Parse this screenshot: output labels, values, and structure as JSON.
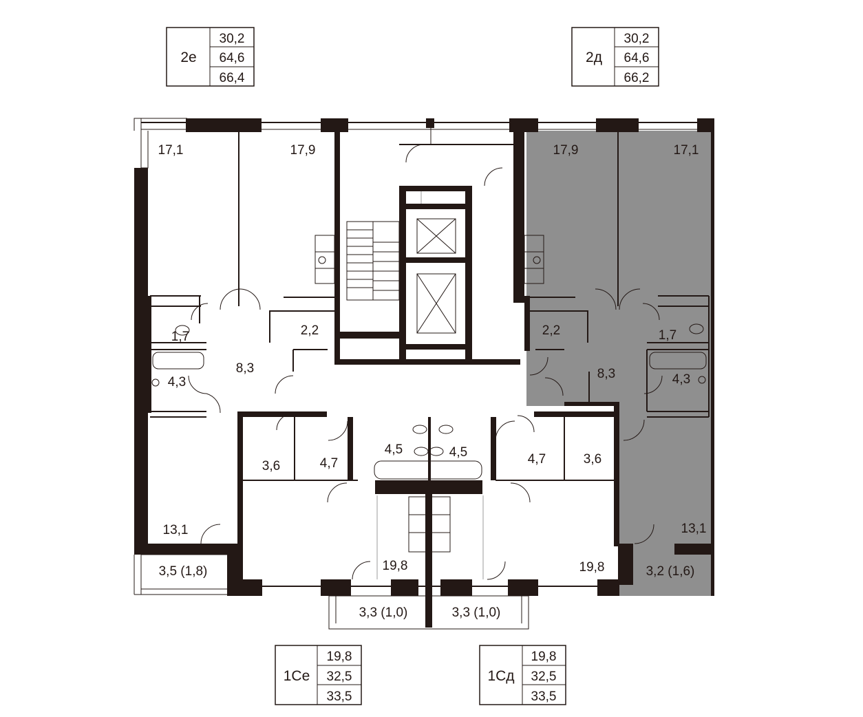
{
  "cards": [
    {
      "id": "2e",
      "code": "2е",
      "values": [
        "30,2",
        "64,6",
        "66,4"
      ]
    },
    {
      "id": "2d",
      "code": "2д",
      "values": [
        "30,2",
        "64,6",
        "66,2"
      ]
    },
    {
      "id": "1se",
      "code": "1Се",
      "values": [
        "19,8",
        "32,5",
        "33,5"
      ]
    },
    {
      "id": "1sd",
      "code": "1Сд",
      "values": [
        "19,8",
        "32,5",
        "33,5"
      ]
    }
  ],
  "rooms": {
    "r_17_1_left": "17,1",
    "r_17_9_left": "17,9",
    "r_17_9_right": "17,9",
    "r_17_1_right": "17,1",
    "r_1_7_left": "1,7",
    "r_2_2_left": "2,2",
    "r_8_3_left": "8,3",
    "r_4_3_left": "4,3",
    "r_2_2_right": "2,2",
    "r_1_7_right": "1,7",
    "r_8_3_right": "8,3",
    "r_4_3_right": "4,3",
    "r_3_6_left": "3,6",
    "r_4_7_left": "4,7",
    "r_4_5_left": "4,5",
    "r_4_5_right": "4,5",
    "r_4_7_right": "4,7",
    "r_3_6_right": "3,6",
    "r_13_1_left": "13,1",
    "r_13_1_right": "13,1",
    "r_19_8_left": "19,8",
    "r_19_8_right": "19,8",
    "balc_left": "3,5 (1,8)",
    "balc_right": "3,2 (1,6)",
    "balc_center_left": "3,3 (1,0)",
    "balc_center_right": "3,3 (1,0)"
  },
  "colors": {
    "wall": "#231815",
    "highlight": "#8f8f8f",
    "background": "#ffffff"
  }
}
